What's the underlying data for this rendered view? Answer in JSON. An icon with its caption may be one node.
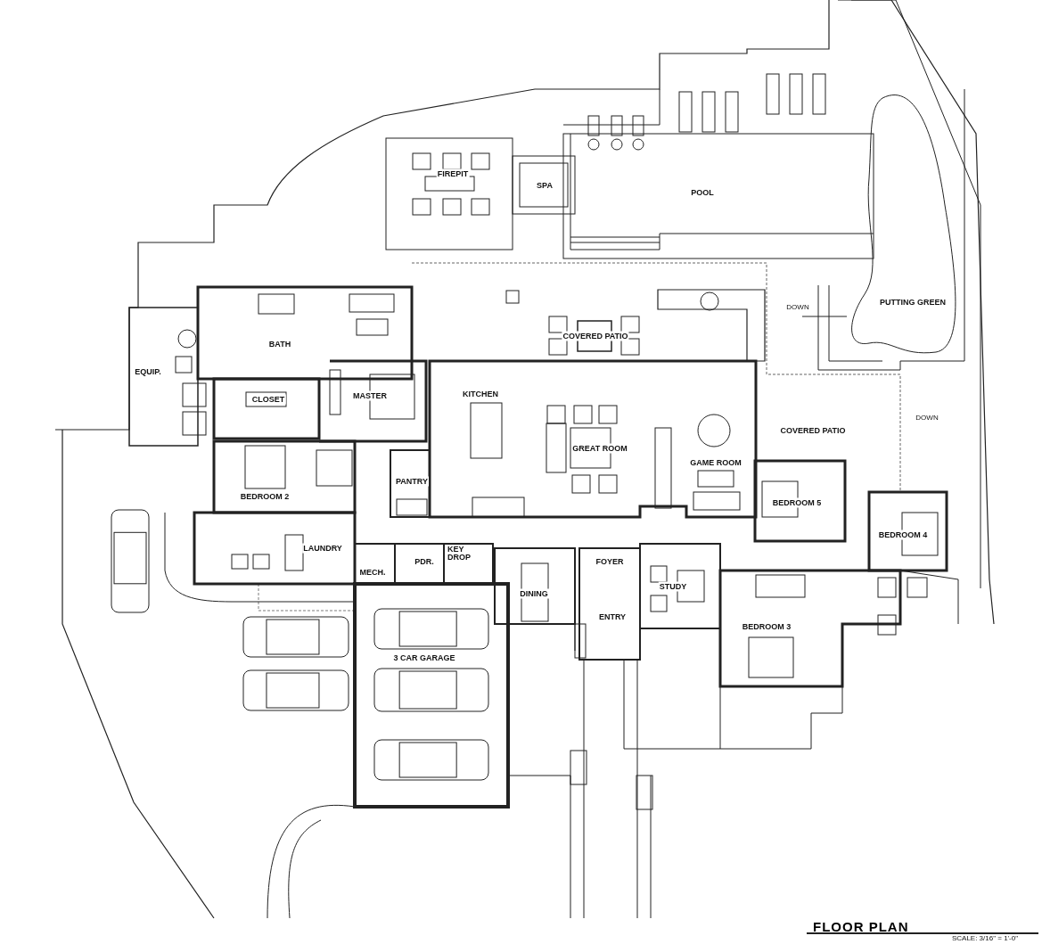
{
  "diagram": {
    "title": "FLOOR PLAN",
    "labels": [
      "FIREPIT",
      "SPA",
      "POOL",
      "PUTTING GREEN",
      "BATH",
      "COVERED PATIO",
      "DOWN",
      "EQUIP.",
      "KITCHEN",
      "CLOSET",
      "MASTER",
      "DOWN",
      "COVERED PATIO",
      "GREAT ROOM",
      "GAME ROOM",
      "BEDROOM 2",
      "PANTRY",
      "BEDROOM 5",
      "BEDROOM 4",
      "LAUNDRY",
      "PDR.",
      "KEY DROP",
      "FOYER",
      "MECH.",
      "STUDY",
      "DINING",
      "ENTRY",
      "BEDROOM 3",
      "3 CAR GARAGE",
      "SCALE: 3/16\" = 1'-0\""
    ]
  }
}
